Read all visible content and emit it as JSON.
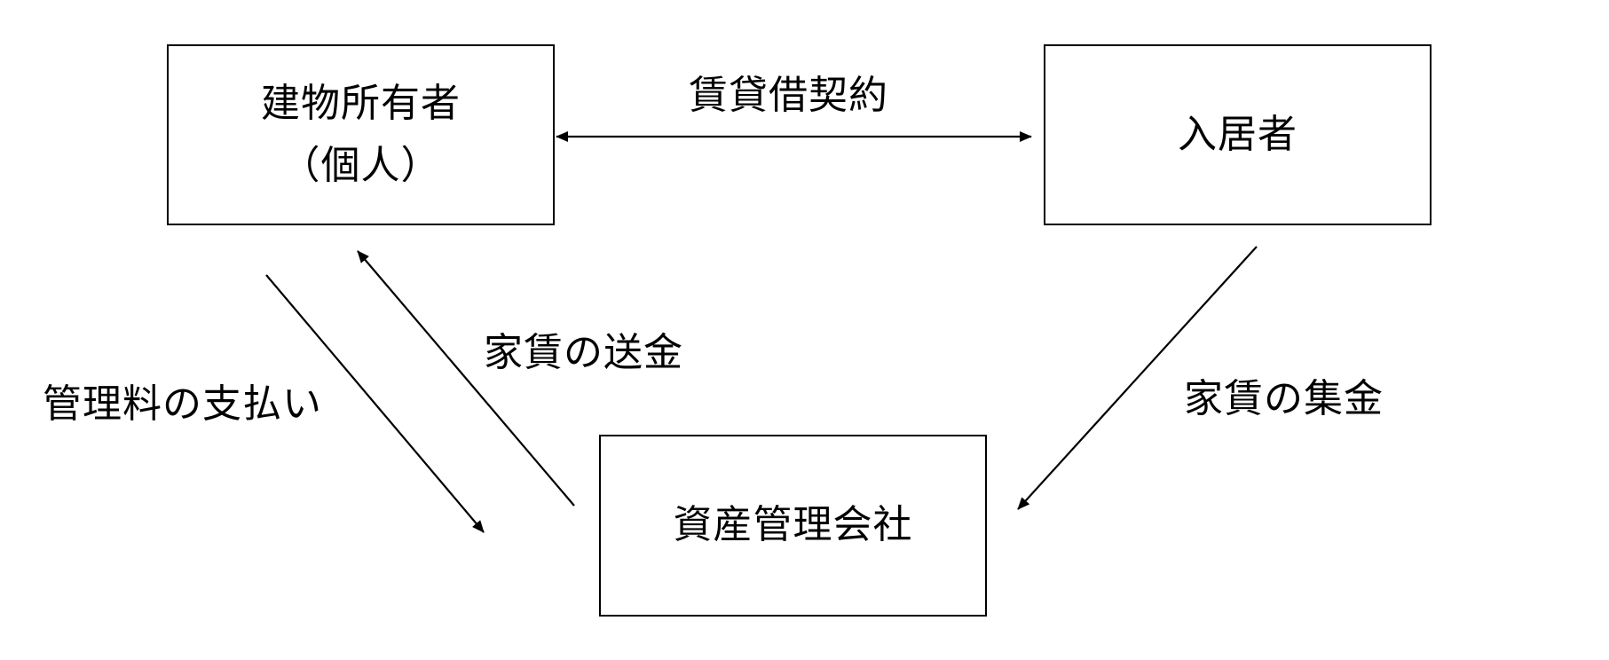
{
  "nodes": {
    "owner": {
      "line1": "建物所有者",
      "line2": "（個人）"
    },
    "tenant": {
      "label": "入居者"
    },
    "company": {
      "label": "資産管理会社"
    }
  },
  "edges": {
    "lease": "賃貸借契約",
    "rent_remittance": "家賃の送金",
    "management_fee": "管理料の支払い",
    "rent_collection": "家賃の集金"
  }
}
